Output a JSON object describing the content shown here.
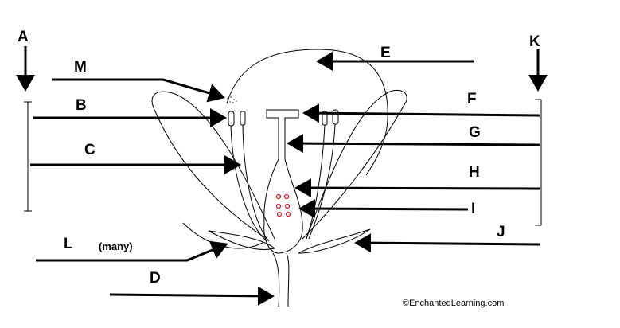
{
  "title": "Flower parts labeling diagram",
  "labels": {
    "A": "A",
    "B": "B",
    "C": "C",
    "D": "D",
    "E": "E",
    "F": "F",
    "G": "G",
    "H": "H",
    "I": "I",
    "J": "J",
    "K": "K",
    "L": "L",
    "M": "M"
  },
  "l_note": "(many)",
  "copyright": "©EnchantedLearning.com",
  "colors": {
    "ink": "#000000",
    "ovule": "#e0202a"
  }
}
